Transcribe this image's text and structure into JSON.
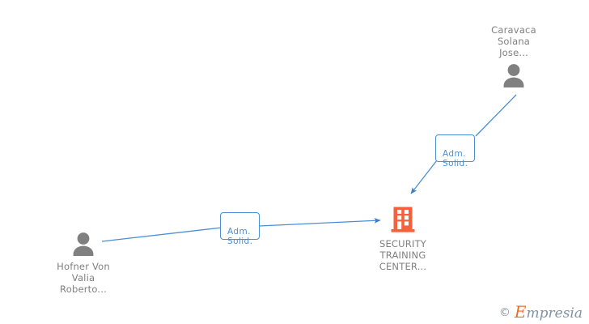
{
  "diagram": {
    "type": "organizational-relationship-graph",
    "background_color": "#ffffff",
    "nodes": [
      {
        "id": "person-right",
        "kind": "person",
        "icon": "person-icon",
        "icon_color": "#808080",
        "label": "Caravaca\nSolana\nJose...",
        "text_color": "#808080"
      },
      {
        "id": "person-left",
        "kind": "person",
        "icon": "person-icon",
        "icon_color": "#808080",
        "label": "Hofner Von\nValia\nRoberto...",
        "text_color": "#808080"
      },
      {
        "id": "company-center",
        "kind": "company",
        "icon": "building-icon",
        "icon_color": "#f4613c",
        "label": "SECURITY\nTRAINING\nCENTER...",
        "text_color": "#808080"
      }
    ],
    "edges": [
      {
        "id": "edge-right-to-company",
        "from": "person-right",
        "to": "company-center",
        "label": "Adm.\nSolid.",
        "color": "#4a8fd4",
        "arrow": true
      },
      {
        "id": "edge-left-to-company",
        "from": "person-left",
        "to": "company-center",
        "label": "Adm.\nSolid.",
        "color": "#4a8fd4",
        "arrow": true
      }
    ]
  },
  "watermark": {
    "copyright": "©",
    "brand_initial": "E",
    "brand_rest": "mpresia",
    "brand_accent_color": "#ef6c2a",
    "brand_text_color": "#7f94a6"
  }
}
